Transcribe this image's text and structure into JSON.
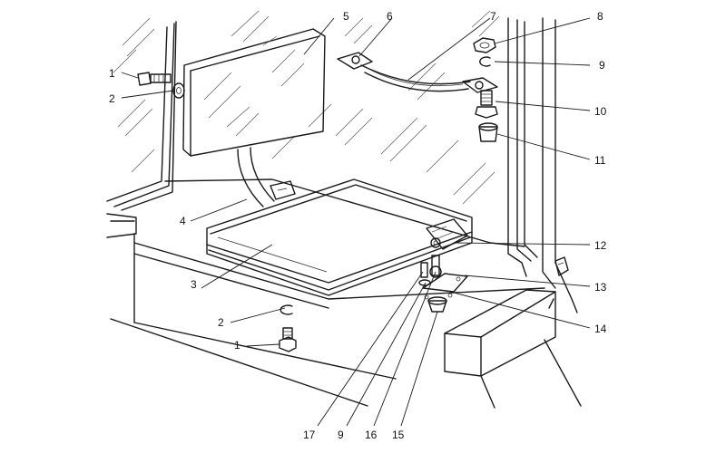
{
  "figure": {
    "labels": [
      {
        "id": "n1-top",
        "text": "1"
      },
      {
        "id": "n2-top",
        "text": "2"
      },
      {
        "id": "n3",
        "text": "3"
      },
      {
        "id": "n4",
        "text": "4"
      },
      {
        "id": "n5",
        "text": "5"
      },
      {
        "id": "n6",
        "text": "6"
      },
      {
        "id": "n7",
        "text": "7"
      },
      {
        "id": "n8",
        "text": "8"
      },
      {
        "id": "n9-right",
        "text": "9"
      },
      {
        "id": "n10",
        "text": "10"
      },
      {
        "id": "n11",
        "text": "11"
      },
      {
        "id": "n12",
        "text": "12"
      },
      {
        "id": "n13",
        "text": "13"
      },
      {
        "id": "n14",
        "text": "14"
      },
      {
        "id": "n2-bottom",
        "text": "2"
      },
      {
        "id": "n1-bottom",
        "text": "1"
      },
      {
        "id": "n17",
        "text": "17"
      },
      {
        "id": "n9-bottom",
        "text": "9"
      },
      {
        "id": "n16",
        "text": "16"
      },
      {
        "id": "n15",
        "text": "15"
      }
    ]
  }
}
